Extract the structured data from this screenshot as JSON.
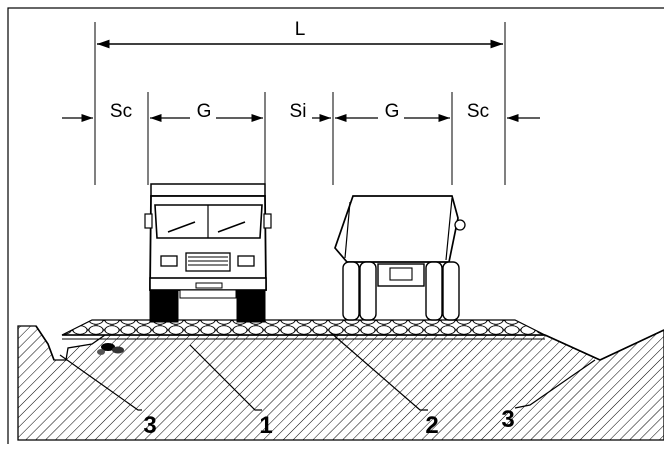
{
  "diagram": {
    "overall_width_label": "L",
    "segments": [
      {
        "label": "Sc"
      },
      {
        "label": "G"
      },
      {
        "label": "Si"
      },
      {
        "label": "G"
      },
      {
        "label": "Sc"
      }
    ],
    "callouts": [
      {
        "label": "3"
      },
      {
        "label": "1"
      },
      {
        "label": "2"
      },
      {
        "label": "3"
      }
    ],
    "colors": {
      "line": "#000000",
      "background": "#ffffff"
    }
  }
}
